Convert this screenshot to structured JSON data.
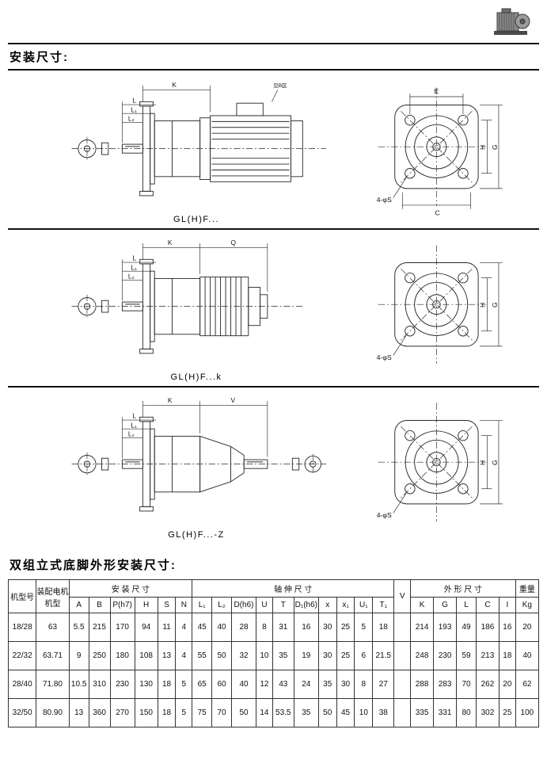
{
  "page": {
    "heading1": "安装尺寸:",
    "heading2": "双组立式底脚外形安装尺寸:"
  },
  "sections": [
    {
      "caption": "GL(H)F...",
      "dims": {
        "k": "K",
        "note": "见B区",
        "l": "L",
        "l1": "L₁",
        "l2": "L₂"
      },
      "front": {
        "e": "E",
        "h": "H",
        "g": "G",
        "c": "C",
        "holes": "4-φS"
      }
    },
    {
      "caption": "GL(H)F...k",
      "dims": {
        "k": "K",
        "q": "Q",
        "l": "L",
        "l1": "L₁",
        "l2": "L₂"
      },
      "front": {
        "h": "H",
        "g": "G",
        "holes": "4-φS"
      }
    },
    {
      "caption": "GL(H)F...-Z",
      "dims": {
        "k": "K",
        "v": "V",
        "l": "L",
        "l1": "L₁",
        "l2": "L₂"
      },
      "front": {
        "h": "H",
        "g": "G",
        "holes": "4-φS"
      }
    }
  ],
  "table": {
    "col_model": "机型号",
    "col_motor": "装配电机机型",
    "grp_install": "安 装 尺 寸",
    "grp_shaft": "轴 伸 尺 寸",
    "col_v": "V",
    "grp_outline": "外 形 尺 寸",
    "col_weight": "重量",
    "sub_headers": [
      "A",
      "B",
      "P(h7)",
      "H",
      "S",
      "N",
      "L₁",
      "L₂",
      "D(h6)",
      "U",
      "T",
      "D₁(h6)",
      "x",
      "x₁",
      "U₁",
      "T₁",
      "K",
      "G",
      "L",
      "C",
      "I",
      "Kg"
    ],
    "rows": [
      [
        "18/28",
        "63",
        "5.5",
        "215",
        "170",
        "94",
        "11",
        "4",
        "45",
        "40",
        "28",
        "8",
        "31",
        "16",
        "30",
        "25",
        "5",
        "18",
        "",
        "214",
        "193",
        "49",
        "186",
        "16",
        "20"
      ],
      [
        "22/32",
        "63.71",
        "9",
        "250",
        "180",
        "108",
        "13",
        "4",
        "55",
        "50",
        "32",
        "10",
        "35",
        "19",
        "30",
        "25",
        "6",
        "21.5",
        "",
        "248",
        "230",
        "59",
        "213",
        "18",
        "40"
      ],
      [
        "28/40",
        "71.80",
        "10.5",
        "310",
        "230",
        "130",
        "18",
        "5",
        "65",
        "60",
        "40",
        "12",
        "43",
        "24",
        "35",
        "30",
        "8",
        "27",
        "",
        "288",
        "283",
        "70",
        "262",
        "20",
        "62"
      ],
      [
        "32/50",
        "80.90",
        "13",
        "360",
        "270",
        "150",
        "18",
        "5",
        "75",
        "70",
        "50",
        "14",
        "53.5",
        "35",
        "50",
        "45",
        "10",
        "38",
        "",
        "335",
        "331",
        "80",
        "302",
        "25",
        "100"
      ]
    ]
  }
}
